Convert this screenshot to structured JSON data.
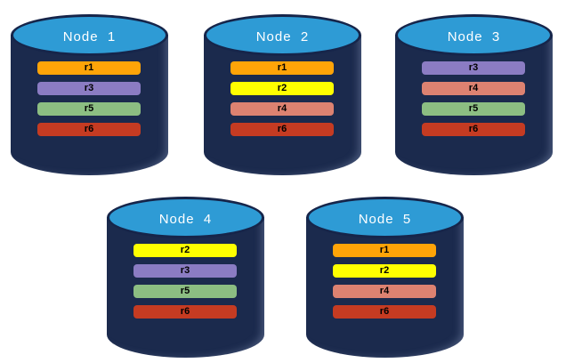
{
  "diagram": {
    "description_labels": []
  },
  "colors": {
    "r1": "#FFA408",
    "r2": "#FFFF00",
    "r3": "#8B7CC3",
    "r4": "#DD8271",
    "r5": "#8CBE82",
    "r6": "#C53B22",
    "cylinder_body": "#1B2A4D",
    "cylinder_top": "#2E9BD5",
    "cylinder_outline": "#16254A",
    "title_text": "#FFFFFF",
    "bar_text": "#000000",
    "background": "#FFFFFF"
  },
  "nodes": [
    {
      "label": "Node  1",
      "replicas": [
        "r1",
        "r3",
        "r5",
        "r6"
      ]
    },
    {
      "label": "Node  2",
      "replicas": [
        "r1",
        "r2",
        "r4",
        "r6"
      ]
    },
    {
      "label": "Node  3",
      "replicas": [
        "r3",
        "r4",
        "r5",
        "r6"
      ]
    },
    {
      "label": "Node  4",
      "replicas": [
        "r2",
        "r3",
        "r5",
        "r6"
      ]
    },
    {
      "label": "Node  5",
      "replicas": [
        "r1",
        "r2",
        "r4",
        "r6"
      ]
    }
  ]
}
